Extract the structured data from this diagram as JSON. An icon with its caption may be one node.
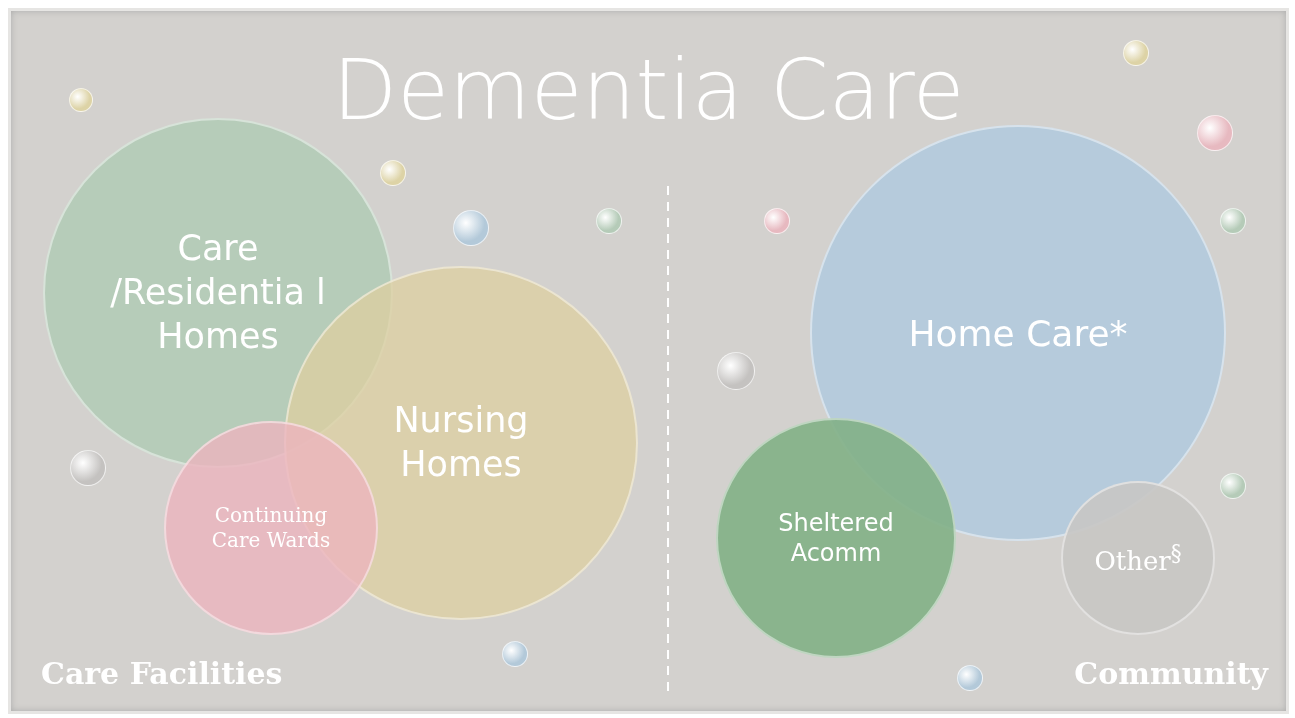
{
  "diagram": {
    "title": "Dementia Care",
    "nodes": [
      {
        "text": [
          "Care /Residentia l Homes"
        ]
      },
      {
        "text": [
          "Nursing Homes"
        ]
      },
      {
        "text": [
          "Continuing Care Wards"
        ]
      },
      {
        "text": [
          "Home Care*"
        ]
      },
      {
        "text": [
          "Sheltered Acomm"
        ]
      },
      {
        "text": [
          "Other$^{§}$"
        ]
      }
    ],
    "labels": [
      "Care Facilities",
      "Community"
    ]
  }
}
